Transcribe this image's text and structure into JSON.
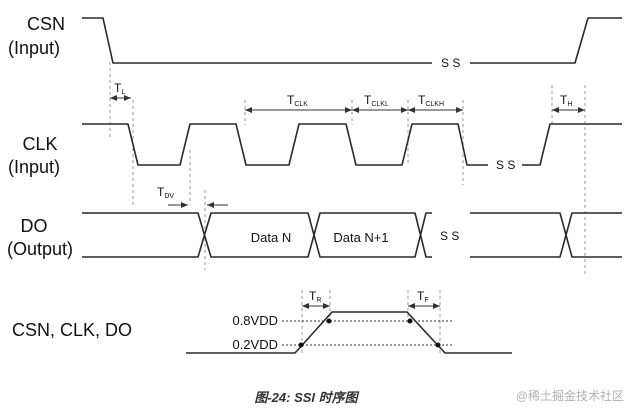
{
  "signals": {
    "csn": {
      "name": "CSN",
      "type": "(Input)"
    },
    "clk": {
      "name": "CLK",
      "type": "(Input)"
    },
    "do": {
      "name": "DO",
      "type": "(Output)"
    },
    "edges": "CSN, CLK, DO"
  },
  "data_labels": {
    "data_n": "Data N",
    "data_n1": "Data N+1"
  },
  "timing": {
    "tl": {
      "main": "T",
      "sub": "L"
    },
    "tclk": {
      "main": "T",
      "sub": "CLK"
    },
    "tclkl": {
      "main": "T",
      "sub": "CLKL"
    },
    "tclkh": {
      "main": "T",
      "sub": "CLKH"
    },
    "th": {
      "main": "T",
      "sub": "H"
    },
    "tdv": {
      "main": "T",
      "sub": "DV"
    },
    "tr": {
      "main": "T",
      "sub": "R"
    },
    "tf": {
      "main": "T",
      "sub": "F"
    }
  },
  "levels": {
    "high": "0.8VDD",
    "low": "0.2VDD"
  },
  "gap_glyph": "S S",
  "caption": "图-24: SSI 时序图",
  "watermark": "@稀土掘金技术社区"
}
